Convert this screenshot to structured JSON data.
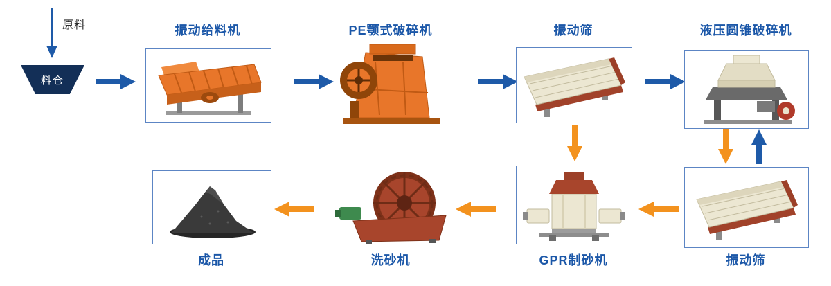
{
  "diagram": {
    "raw_material_label": "原料",
    "silo_label": "料仓",
    "stations_top": [
      {
        "label": "振动给料机",
        "machine": "vibrating-feeder"
      },
      {
        "label": "PE颚式破碎机",
        "machine": "pe-jaw-crusher"
      },
      {
        "label": "振动筛",
        "machine": "vibrating-screen"
      },
      {
        "label": "液压圆锥破碎机",
        "machine": "hydraulic-cone-crusher"
      }
    ],
    "stations_bottom": [
      {
        "label": "成品",
        "machine": "finished-product-pile"
      },
      {
        "label": "洗砂机",
        "machine": "sand-washer"
      },
      {
        "label": "GPR制砂机",
        "machine": "gpr-sand-maker"
      },
      {
        "label": "振动筛",
        "machine": "vibrating-screen"
      }
    ],
    "colors": {
      "forward_arrow_blue": "#1e5aa8",
      "return_arrow_orange": "#f3921e",
      "label_text_blue": "#1b57a8",
      "box_border_blue": "#5c85c4",
      "silo_navy": "#132f57"
    }
  }
}
